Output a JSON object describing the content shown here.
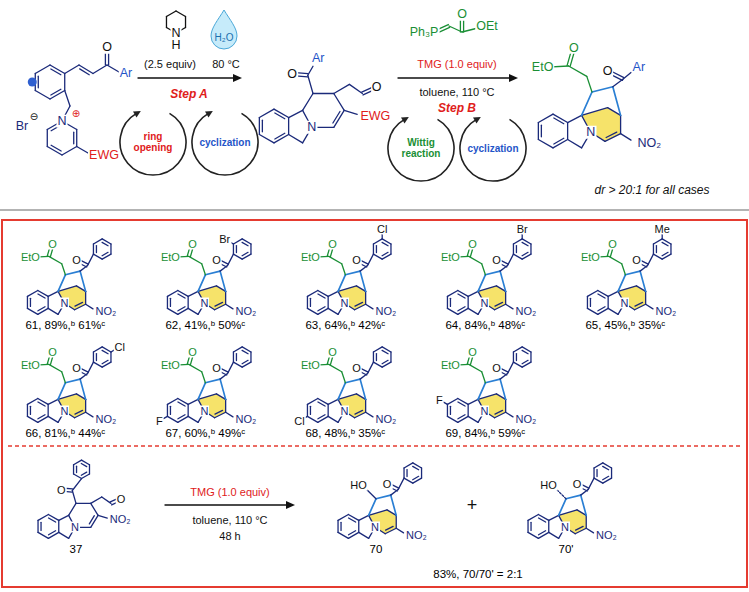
{
  "diagram": {
    "nodes": [
      {
        "text": [
          "ring opening"
        ]
      },
      {
        "text": [
          "cyclization"
        ]
      },
      {
        "text": [
          "Wittig reaction"
        ]
      },
      {
        "text": [
          "cyclization"
        ]
      }
    ],
    "labels": [
      "O",
      "Ar",
      "N",
      "⊕",
      "Br",
      "⊖",
      "EWG",
      "N",
      "H",
      "(2.5 equiv)",
      "H₂O",
      "80 °C",
      "Step A",
      "Ar",
      "O",
      "O",
      "N",
      "EWG",
      "Ph₃P",
      "O",
      "OEt",
      "TMG (1.0 equiv)",
      "toluene, 110 °C",
      "Step B",
      "EtO",
      "O",
      "O",
      "Ar",
      "N",
      "NO₂",
      "dr > 20:1 for all cases",
      "EtO",
      "O",
      "O",
      "N",
      "NO₂",
      "61, 89%,ᵇ 61%ᶜ",
      "EtO",
      "O",
      "O",
      "Br",
      "N",
      "NO₂",
      "62, 41%,ᵇ 50%ᶜ",
      "EtO",
      "O",
      "O",
      "Cl",
      "N",
      "NO₂",
      "63, 64%,ᵇ 42%ᶜ",
      "EtO",
      "O",
      "O",
      "Br",
      "N",
      "NO₂",
      "64, 84%,ᵇ 48%ᶜ",
      "EtO",
      "O",
      "O",
      "Me",
      "N",
      "NO₂",
      "65, 45%,ᵇ 35%ᶜ",
      "EtO",
      "O",
      "O",
      "Cl",
      "N",
      "NO₂",
      "66, 81%,ᵇ 44%ᶜ",
      "EtO",
      "O",
      "O",
      "F",
      "N",
      "NO₂",
      "67, 60%,ᵇ 49%ᶜ",
      "EtO",
      "O",
      "O",
      "Cl",
      "N",
      "NO₂",
      "68, 48%,ᵇ 35%ᶜ",
      "EtO",
      "O",
      "O",
      "F",
      "N",
      "NO₂",
      "69, 84%,ᵇ 59%ᶜ",
      "O",
      "O",
      "N",
      "NO₂",
      "37",
      "TMG (1.0 equiv)",
      "toluene, 110 °C",
      "48 h",
      "HO",
      "O",
      "N",
      "NO₂",
      "70",
      "+",
      "HO",
      "O",
      "N",
      "NO₂",
      "70'",
      "83%, 70/70' = 2:1"
    ]
  }
}
